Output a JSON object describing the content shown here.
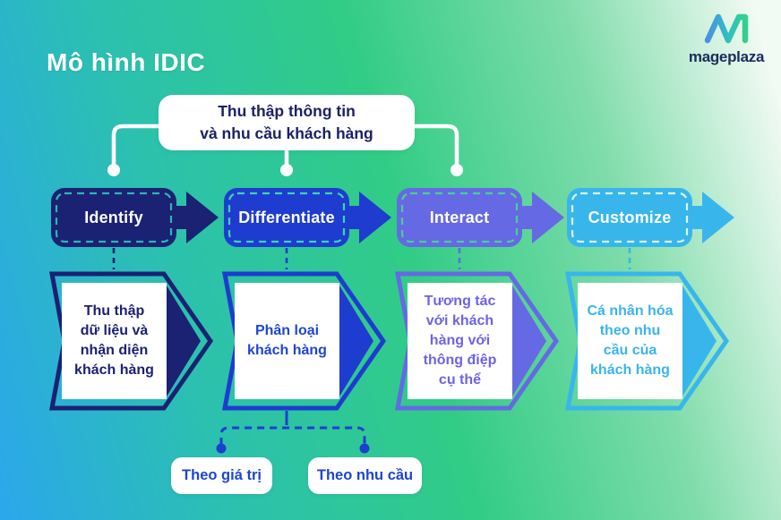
{
  "header": {
    "title": "Mô hình IDIC",
    "brand": "mageplaza"
  },
  "top_note": {
    "text": "Thu thập thông tin\nvà nhu cầu khách hàng"
  },
  "stages": [
    {
      "label": "Identify",
      "detail": "Thu thập\ndữ liệu và\nnhận diện\nkhách hàng",
      "fill": "#1b2173",
      "dash": "#2cb6b3",
      "text_color": "#1b2273"
    },
    {
      "label": "Differentiate",
      "detail": "Phân loại\nkhách hàng",
      "fill": "#1e3ccf",
      "dash": "#3dd5ab",
      "text_color": "#1e46d4"
    },
    {
      "label": "Interact",
      "detail": "Tương tác\nvới khách\nhàng với\nthông điệp\ncụ thể",
      "fill": "#6569e3",
      "dash": "#49d18e",
      "text_color": "#6c63e6"
    },
    {
      "label": "Customize",
      "detail": "Cá nhân hóa\ntheo nhu\ncầu của\nkhách hàng",
      "fill": "#38b6ec",
      "dash": "#dbf5e6",
      "text_color": "#3ab4ec"
    }
  ],
  "branches": [
    {
      "label": "Theo giá trị"
    },
    {
      "label": "Theo nhu cầu"
    }
  ],
  "connectors": {
    "top_color": "#ffffff",
    "branch_color": "#1d3fd0"
  },
  "background": {
    "gradient": [
      "#2ba7ec",
      "#2bc1ae",
      "#31cc86",
      "#7fdcaa",
      "#f2faf4"
    ]
  },
  "logo_colors": {
    "start": "#4a90e2",
    "mid": "#2fc0c0",
    "end": "#35cf8d"
  }
}
